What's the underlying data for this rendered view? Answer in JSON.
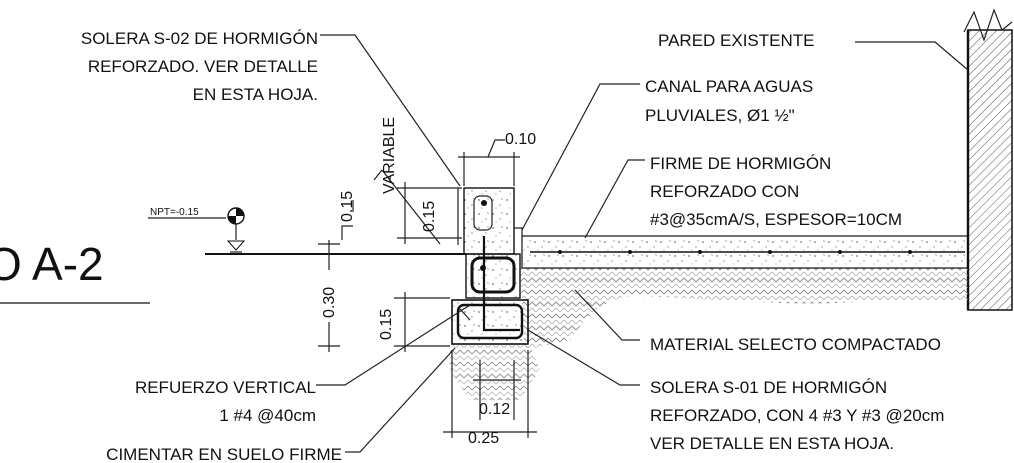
{
  "title": "O A-2",
  "level": "NPT=-0.15",
  "labels": {
    "solera_s02": [
      "SOLERA S-02 DE HORMIGÓN",
      "REFORZADO. VER DETALLE",
      "EN ESTA HOJA."
    ],
    "pared": "PARED EXISTENTE",
    "canal": [
      "CANAL PARA AGUAS",
      "PLUVIALES, Ø1 ½\""
    ],
    "firme": [
      "FIRME DE HORMIGÓN",
      "REFORZADO CON",
      "#3@35cmA/S, ESPESOR=10CM"
    ],
    "material": "MATERIAL SELECTO COMPACTADO",
    "refuerzo": [
      "REFUERZO VERTICAL",
      "1 #4 @40cm"
    ],
    "solera_s01": [
      "SOLERA S-01 DE HORMIGÓN",
      "REFORZADO, CON 4 #3 Y #3 @20cm",
      "VER DETALLE EN ESTA HOJA."
    ],
    "cimentar": "CIMENTAR EN SUELO FIRME"
  },
  "dimensions": {
    "d010": "0.10",
    "d015_top": "0.15",
    "variable": "VARIABLE",
    "d015_wall": "0.15",
    "d030": "0.30",
    "d015_bottom": "0.15",
    "d012": "0.12",
    "d025": "0.25"
  }
}
